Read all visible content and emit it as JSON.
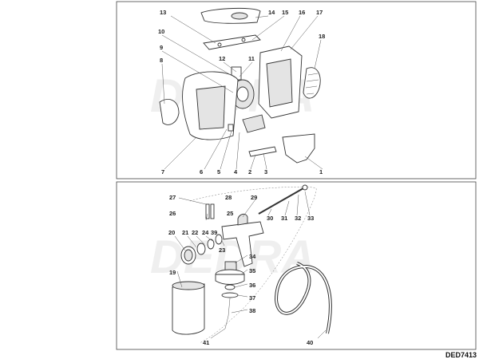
{
  "drawing_code": "DED7413",
  "watermark": "DEDRA",
  "upper_callouts": [
    "1",
    "2",
    "3",
    "4",
    "5",
    "6",
    "7",
    "8",
    "9",
    "10",
    "11",
    "12",
    "13",
    "14",
    "15",
    "16",
    "17",
    "18"
  ],
  "lower_callouts": [
    "19",
    "20",
    "21",
    "22",
    "23",
    "24",
    "25",
    "26",
    "27",
    "28",
    "29",
    "30",
    "31",
    "32",
    "33",
    "34",
    "35",
    "36",
    "37",
    "38",
    "39",
    "40",
    "41"
  ]
}
